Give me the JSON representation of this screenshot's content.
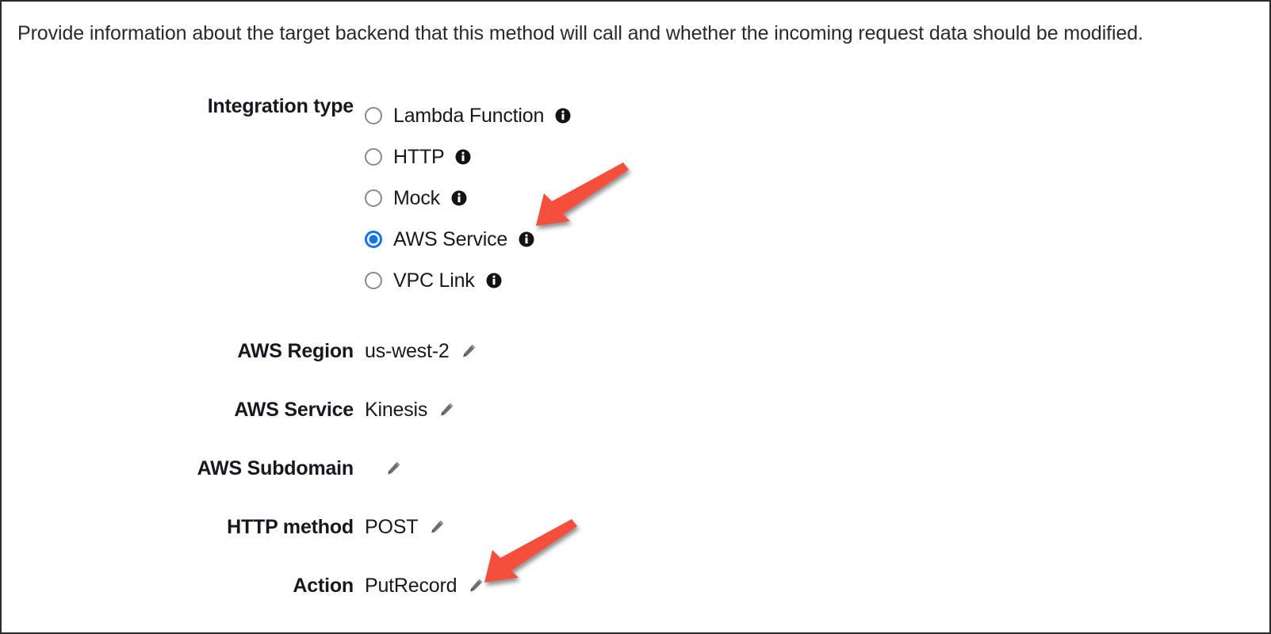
{
  "page": {
    "description": "Provide information about the target backend that this method will call and whether the incoming request data should be modified."
  },
  "integration": {
    "label": "Integration type",
    "selected": "AWS Service",
    "options": [
      {
        "label": "Lambda Function",
        "checked": false,
        "info_icon": "info-icon"
      },
      {
        "label": "HTTP",
        "checked": false,
        "info_icon": "info-icon"
      },
      {
        "label": "Mock",
        "checked": false,
        "info_icon": "info-icon"
      },
      {
        "label": "AWS Service",
        "checked": true,
        "info_icon": "info-icon"
      },
      {
        "label": "VPC Link",
        "checked": false,
        "info_icon": "info-icon"
      }
    ]
  },
  "fields": [
    {
      "label": "AWS Region",
      "value": "us-west-2",
      "edit_icon": "pencil-icon"
    },
    {
      "label": "AWS Service",
      "value": "Kinesis",
      "edit_icon": "pencil-icon"
    },
    {
      "label": "AWS Subdomain",
      "value": "",
      "edit_icon": "pencil-icon"
    },
    {
      "label": "HTTP method",
      "value": "POST",
      "edit_icon": "pencil-icon"
    },
    {
      "label": "Action",
      "value": "PutRecord",
      "edit_icon": "pencil-icon"
    }
  ],
  "annotations": [
    {
      "name": "arrow-to-aws-service",
      "target": "AWS Service",
      "color": "#F4503C"
    },
    {
      "name": "arrow-to-action",
      "target": "Action",
      "color": "#F4503C"
    }
  ],
  "colors": {
    "accent_radio": "#1673e6",
    "annotation_arrow": "#F4503C",
    "text": "#16191f",
    "icon_gray": "#6e6e6e",
    "border": "#2b2b2b"
  }
}
